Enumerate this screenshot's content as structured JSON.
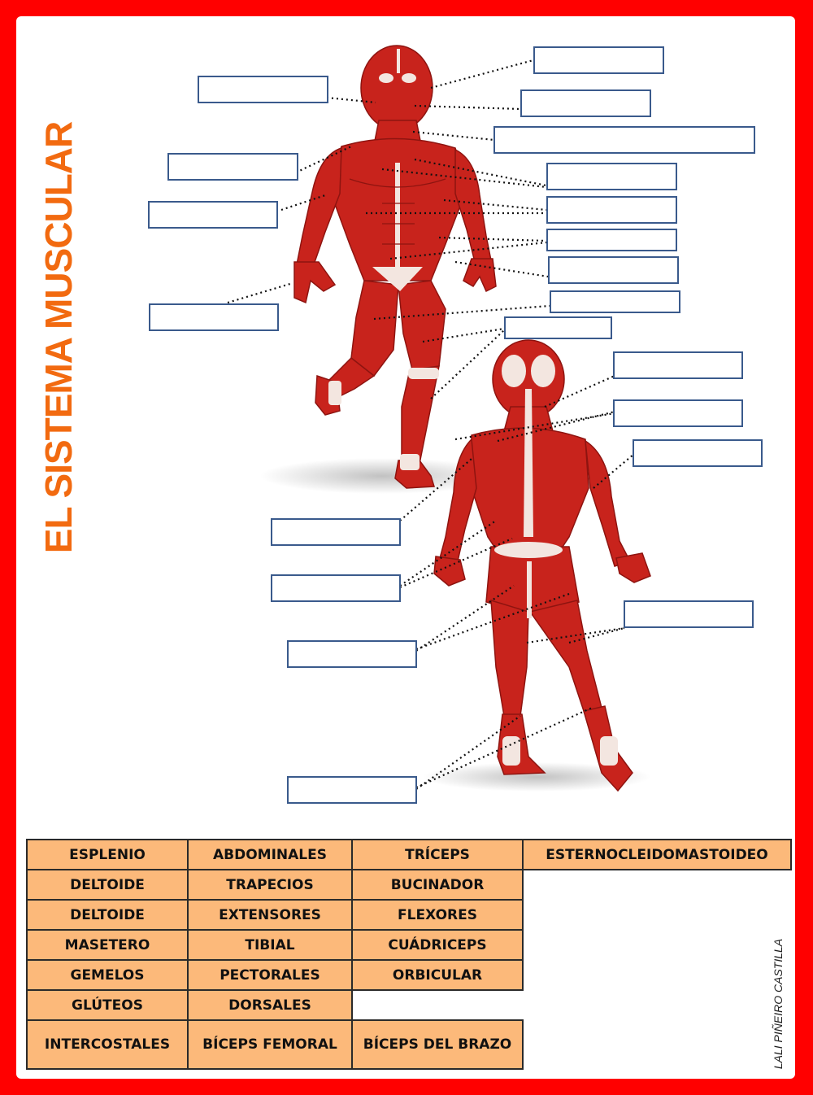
{
  "page": {
    "title": "EL SISTEMA MUSCULAR",
    "credit": "LALI PIÑEIRO CASTILLA"
  },
  "colors": {
    "frame": "#ff0000",
    "title": "#f26a10",
    "muscle": "#c8231c",
    "tendon": "#f3e6e0",
    "box_border": "#3a5a8c",
    "word_cell": "#fcb97a"
  },
  "figures": {
    "front": "front-muscle-figure",
    "back": "back-muscle-figure"
  },
  "word_bank": {
    "rows": [
      [
        "ESPLENIO",
        "ABDOMINALES",
        "TRÍCEPS",
        "ESTERNOCLEIDOMASTOIDEO"
      ],
      [
        "DELTOIDE",
        "TRAPECIOS",
        "BUCINADOR"
      ],
      [
        "DELTOIDE",
        "EXTENSORES",
        "FLEXORES"
      ],
      [
        "MASETERO",
        "TIBIAL",
        "CUÁDRICEPS"
      ],
      [
        "GEMELOS",
        "PECTORALES",
        "ORBICULAR"
      ],
      [
        "GLÚTEOS",
        "DORSALES"
      ],
      [
        "INTERCOSTALES",
        "BÍCEPS FEMORAL",
        "BÍCEPS DEL BRAZO"
      ]
    ]
  }
}
